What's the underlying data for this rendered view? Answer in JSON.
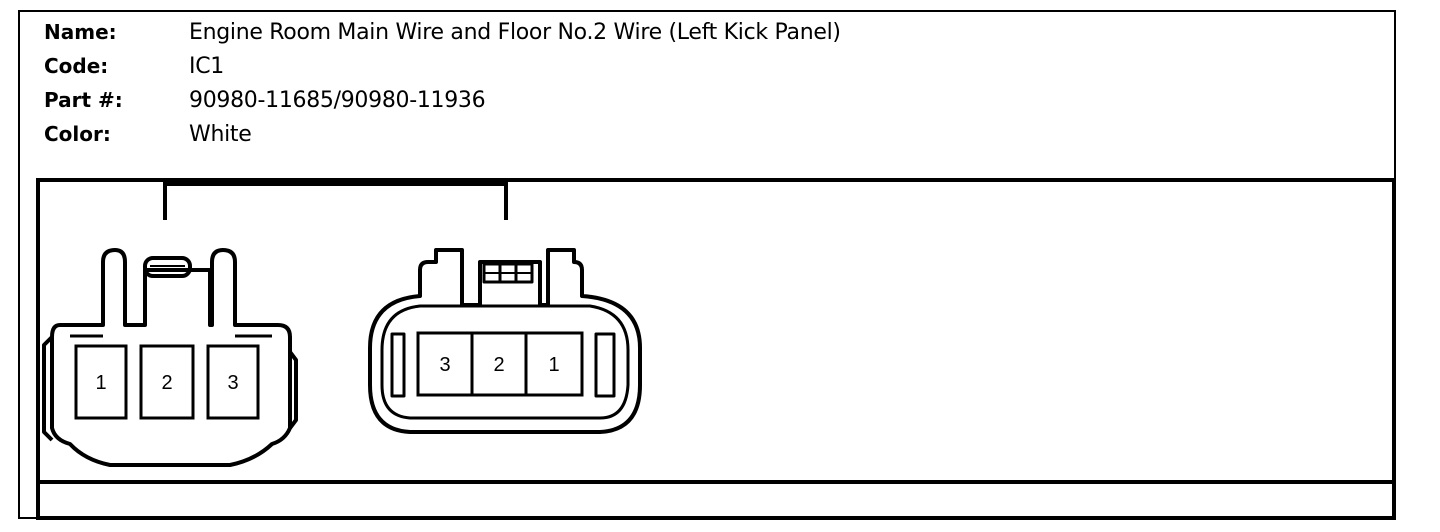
{
  "info": {
    "name_label": "Name:",
    "name_value": "Engine Room Main Wire and Floor No.2 Wire (Left Kick Panel)",
    "code_label": "Code:",
    "code_value": "IC1",
    "part_label": "Part #:",
    "part_value": "90980-11685/90980-11936",
    "color_label": "Color:",
    "color_value": "White"
  },
  "connectors": {
    "left": {
      "pins": [
        "1",
        "2",
        "3"
      ]
    },
    "right": {
      "pins": [
        "3",
        "2",
        "1"
      ]
    }
  }
}
